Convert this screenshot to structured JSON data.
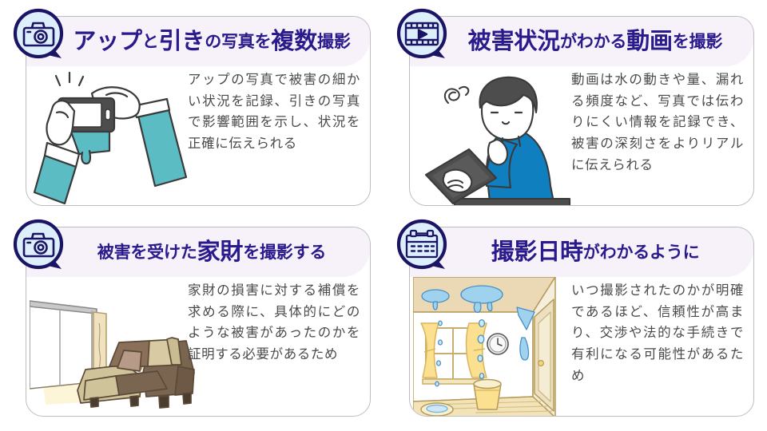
{
  "theme": {
    "page_bg": "#ffffff",
    "card_border": "#bdbdbd",
    "band_bg": "#f7f1fa",
    "title_color": "#2a1b8c",
    "body_color": "#4a4a4a",
    "badge_fill": "#ddeffa",
    "badge_stroke": "#1b1464",
    "accent_teal": "#5bbcc4",
    "accent_blue": "#0f7fbf"
  },
  "cards": [
    {
      "id": "close-and-wide-photos",
      "icon": "camera-icon",
      "title_parts": [
        {
          "text": "アップ",
          "size": "big"
        },
        {
          "text": "と",
          "size": "small"
        },
        {
          "text": "引き",
          "size": "big"
        },
        {
          "text": "の写真を",
          "size": "small"
        },
        {
          "text": "複数",
          "size": "big"
        },
        {
          "text": "撮影",
          "size": "small"
        }
      ],
      "title_plain": "アップと引きの写真を複数撮影",
      "description": "アップの写真で被害の細かい状況を記録、引きの写真で影響範囲を示し、状況を正確に伝えられる",
      "illustration": "hands-holding-camera"
    },
    {
      "id": "damage-video",
      "icon": "video-icon",
      "title_parts": [
        {
          "text": "被害状況",
          "size": "big"
        },
        {
          "text": "がわかる",
          "size": "small"
        },
        {
          "text": "動画",
          "size": "big"
        },
        {
          "text": "を撮影",
          "size": "small"
        }
      ],
      "title_plain": "被害状況がわかる動画を撮影",
      "description": "動画は水の動きや量、漏れる頻度など、写真では伝わりにくい情報を記録でき、被害の深刻さをよりリアルに伝えられる",
      "illustration": "person-with-tablet"
    },
    {
      "id": "damaged-belongings",
      "icon": "camera-icon",
      "title_parts": [
        {
          "text": "被害を受けた",
          "size": "small"
        },
        {
          "text": "家財",
          "size": "big"
        },
        {
          "text": "を撮影する",
          "size": "small"
        }
      ],
      "title_plain": "被害を受けた家財を撮影する",
      "description": "家財の損害に対する補償を求める際に、具体的にどのような被害があったのかを証明する必要があるため",
      "illustration": "living-room-sofa"
    },
    {
      "id": "capture-datetime",
      "icon": "calendar-icon",
      "title_parts": [
        {
          "text": "撮影日時",
          "size": "big"
        },
        {
          "text": "がわかるように",
          "size": "small"
        }
      ],
      "title_plain": "撮影日時がわかるように",
      "description": "いつ撮影されたのかが明確であるほど、信頼性が高まり、交渉や法的な手続きで有利になる可能性があるため",
      "illustration": "leaking-room"
    }
  ]
}
